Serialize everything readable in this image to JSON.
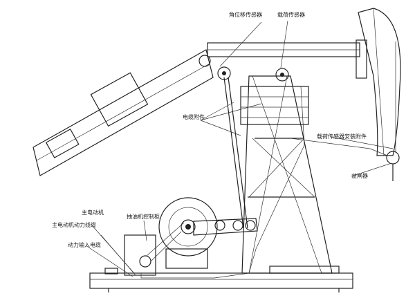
{
  "labels": {
    "angle_sensor": "角位移传感器",
    "load_sensor": "载荷传感器",
    "cable_fitting": "电缆附件",
    "load_sensor_mount": "载荷传感器安装附件",
    "rein_head": "益闸器",
    "main_motor": "主电动机",
    "motor_power_cable": "主电动机动力线缆",
    "power_input_cable": "动力输入电缆",
    "pump_controller": "抽油机控制柜"
  },
  "colors": {
    "line": "#222222",
    "background": "#ffffff"
  }
}
